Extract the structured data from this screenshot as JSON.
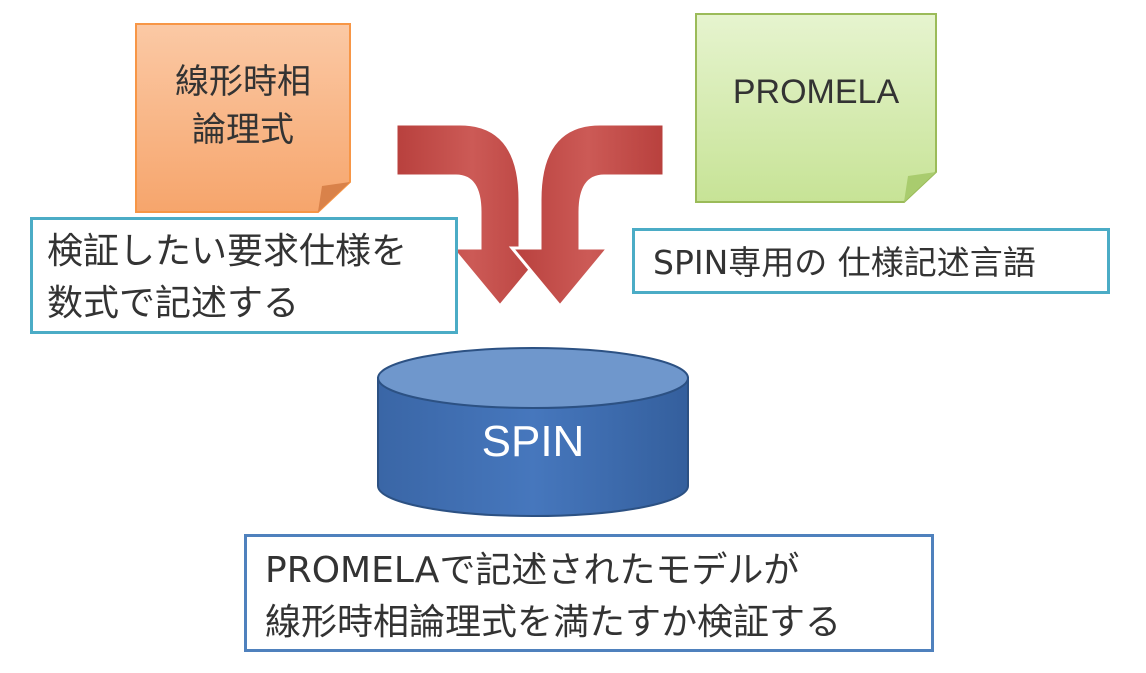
{
  "notes": {
    "ltl": {
      "text": "線形時相\n論理式",
      "fill": "#f9a46b",
      "border": "#f79646"
    },
    "promela": {
      "text": "PROMELA",
      "fill": "#cbe6a0",
      "border": "#9bbb59"
    }
  },
  "callouts": {
    "ltl_desc": {
      "text": "検証したい要求仕様を\n数式で記述する",
      "border": "#4bacc6"
    },
    "promela_desc": {
      "text": "SPIN専用の 仕様記述言語",
      "border": "#4bacc6"
    },
    "spin_desc": {
      "text": "PROMELAで記述されたモデルが\n線形時相論理式を満たすか検証する",
      "border": "#4f81bd"
    }
  },
  "cylinder": {
    "label": "SPIN",
    "fill": "#3f6fb0",
    "top_fill": "#6f97cc",
    "text_color": "#ffffff"
  },
  "arrows": {
    "fill": "#c0504d"
  }
}
